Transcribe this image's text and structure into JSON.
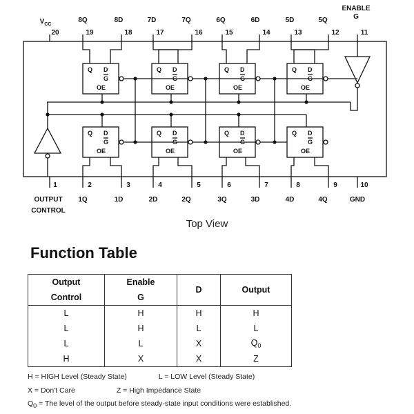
{
  "top_pins": [
    {
      "num": "20",
      "label": "V",
      "label_sub": "CC"
    },
    {
      "num": "19",
      "label": "8Q"
    },
    {
      "num": "18",
      "label": "8D"
    },
    {
      "num": "17",
      "label": "7D"
    },
    {
      "num": "16",
      "label": "7Q"
    },
    {
      "num": "15",
      "label": "6Q"
    },
    {
      "num": "14",
      "label": "6D"
    },
    {
      "num": "13",
      "label": "5D"
    },
    {
      "num": "12",
      "label": "5Q"
    },
    {
      "num": "11",
      "label": "ENABLE G"
    }
  ],
  "bottom_pins": [
    {
      "num": "1",
      "label": "OUTPUT CONTROL"
    },
    {
      "num": "2",
      "label": "1Q"
    },
    {
      "num": "3",
      "label": "1D"
    },
    {
      "num": "4",
      "label": "2D"
    },
    {
      "num": "5",
      "label": "2Q"
    },
    {
      "num": "6",
      "label": "3Q"
    },
    {
      "num": "7",
      "label": "3D"
    },
    {
      "num": "8",
      "label": "4D"
    },
    {
      "num": "9",
      "label": "4Q"
    },
    {
      "num": "10",
      "label": "GND"
    }
  ],
  "flipflop_labels": {
    "q": "Q",
    "d": "D",
    "g": "G",
    "oe": "OE"
  },
  "caption": "Top View",
  "function_table": {
    "title": "Function Table",
    "headers": [
      [
        "Output",
        "Control"
      ],
      [
        "Enable",
        "G"
      ],
      [
        "D"
      ],
      [
        "Output"
      ]
    ],
    "rows": [
      [
        "L",
        "H",
        "H",
        "H"
      ],
      [
        "L",
        "H",
        "L",
        "L"
      ],
      [
        "L",
        "L",
        "X",
        "Q0"
      ],
      [
        "H",
        "X",
        "X",
        "Z"
      ]
    ]
  },
  "notes": {
    "line1_a": "H = HIGH Level (Steady State)",
    "line1_b": "L = LOW Level (Steady State)",
    "line2_a": "X = Don't Care",
    "line2_b": "Z = High Impedance State",
    "line3_sym": "Q",
    "line3_sub": "0",
    "line3_text": " = The level of the output before steady-state input conditions were established."
  }
}
